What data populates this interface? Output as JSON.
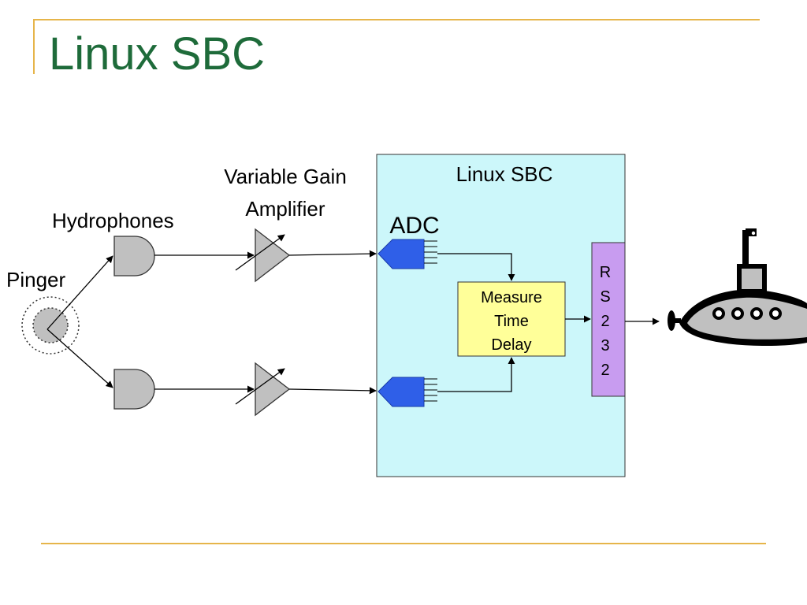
{
  "slide": {
    "title": "Linux SBC"
  },
  "diagram": {
    "pinger_label": "Pinger",
    "hydrophones_label": "Hydrophones",
    "vga_label_line1": "Variable Gain",
    "vga_label_line2": "Amplifier",
    "sbc_label": "Linux SBC",
    "adc_label": "ADC",
    "measure_line1": "Measure",
    "measure_line2": "Time",
    "measure_line3": "Delay",
    "rs232_chars": [
      "R",
      "S",
      "2",
      "3",
      "2"
    ],
    "colors": {
      "sbc_fill": "#ccf7fa",
      "measure_fill": "#ffff99",
      "rs232_fill": "#c89cf0",
      "adc_fill": "#2f5fe8",
      "component_gray": "#c0c0c0",
      "title_green": "#1e6b3a",
      "rule_gold": "#e6b54a"
    }
  }
}
